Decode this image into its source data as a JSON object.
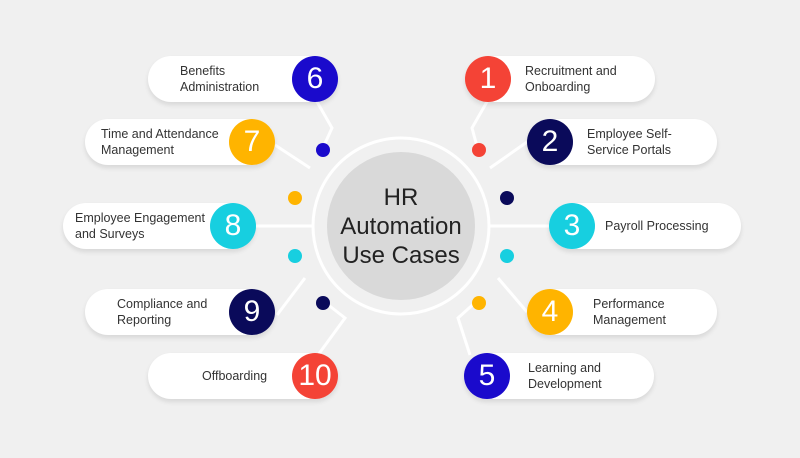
{
  "center": {
    "title": "HR Automation Use Cases"
  },
  "colors": {
    "background": "#f0f0f0",
    "red": "#f44336",
    "navy": "#0a0a5a",
    "cyan": "#17cfe0",
    "amber": "#ffb400",
    "blue": "#1a0acc"
  },
  "items": [
    {
      "number": "1",
      "label": "Recruitment and Onboarding",
      "color": "#f44336"
    },
    {
      "number": "2",
      "label": "Employee Self-Service Portals",
      "color": "#0a0a5a"
    },
    {
      "number": "3",
      "label": "Payroll Processing",
      "color": "#17cfe0"
    },
    {
      "number": "4",
      "label": "Performance Management",
      "color": "#ffb400"
    },
    {
      "number": "5",
      "label": "Learning and Development",
      "color": "#1a0acc"
    },
    {
      "number": "6",
      "label": "Benefits Administration",
      "color": "#1a0acc"
    },
    {
      "number": "7",
      "label": "Time and Attendance Management",
      "color": "#ffb400"
    },
    {
      "number": "8",
      "label": "Employee Engagement and Surveys",
      "color": "#17cfe0"
    },
    {
      "number": "9",
      "label": "Compliance and Reporting",
      "color": "#0a0a5a"
    },
    {
      "number": "10",
      "label": "Offboarding",
      "color": "#f44336"
    }
  ]
}
